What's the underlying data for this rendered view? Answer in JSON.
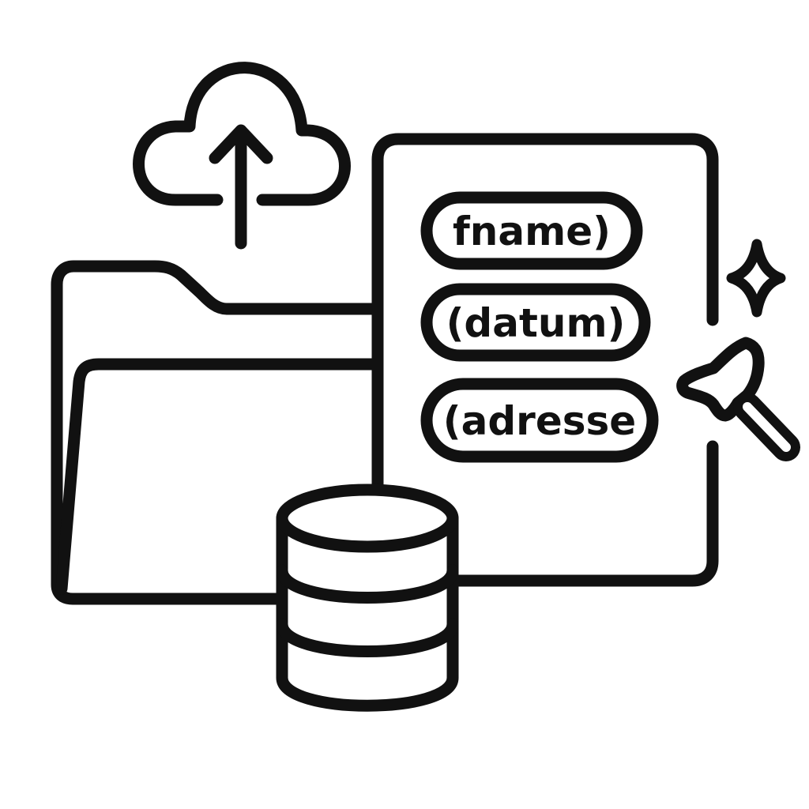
{
  "colors": {
    "stroke": "#111111",
    "background": "#ffffff"
  },
  "icons": {
    "upload": "cloud-upload-icon",
    "folder": "folder-icon",
    "document": "document-icon",
    "database": "database-icon",
    "sparkle": "sparkle-icon",
    "wand": "magic-wand-icon"
  },
  "fields": [
    {
      "label": "fname)"
    },
    {
      "label": "(datum)"
    },
    {
      "label": "(adresse"
    }
  ]
}
